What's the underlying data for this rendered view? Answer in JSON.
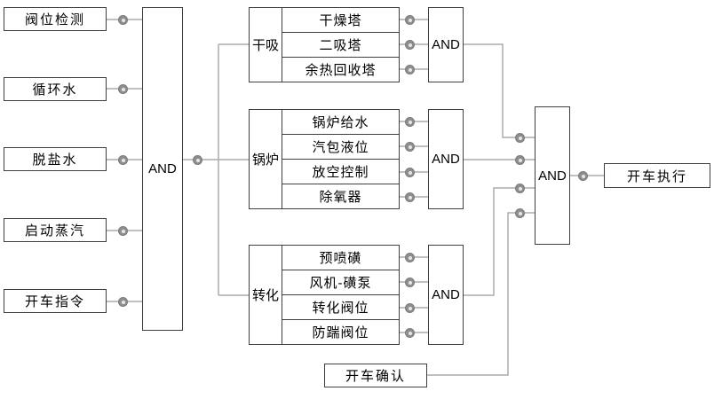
{
  "diagram": {
    "inputs": [
      "阀位检测",
      "循环水",
      "脱盐水",
      "启动蒸汽",
      "开车指令"
    ],
    "input_gate": "AND",
    "groups": [
      {
        "label": "干吸",
        "gate": "AND",
        "items": [
          "干燥塔",
          "二吸塔",
          "余热回收塔"
        ]
      },
      {
        "label": "锅炉",
        "gate": "AND",
        "items": [
          "锅炉给水",
          "汽包液位",
          "放空控制",
          "除氧器"
        ]
      },
      {
        "label": "转化",
        "gate": "AND",
        "items": [
          "预喷磺",
          "风机-磺泵",
          "转化阀位",
          "防踹阀位"
        ]
      }
    ],
    "final_gate": "AND",
    "confirm_label": "开车确认",
    "output_label": "开车执行",
    "colors": {
      "wire": "#ababab",
      "border": "#3f3f3f",
      "node": "#8f8f8f"
    }
  }
}
